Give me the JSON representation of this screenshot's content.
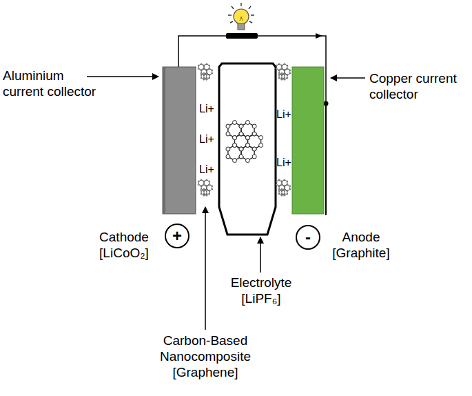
{
  "diagram": {
    "nodes": [
      {
        "text": [
          "+"
        ]
      },
      {
        "text": [
          "-"
        ]
      }
    ],
    "labels": [
      "Aluminium current collector",
      "Copper current collector",
      "Li+",
      "Li+",
      "Li+",
      "Li+",
      "Li+",
      "Cathode [LiCoO₂]",
      "Anode [Graphite]",
      "Electrolyte [LiPF₆]",
      "Carbon-Based Nanocomposite [Graphene]"
    ]
  }
}
